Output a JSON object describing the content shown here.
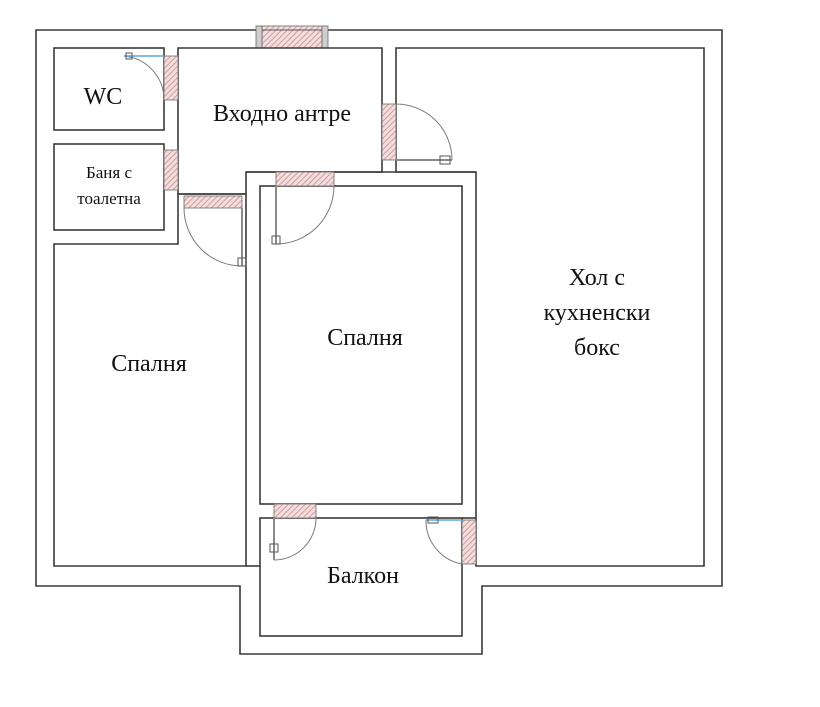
{
  "rooms": {
    "wc": "WC",
    "entrance_hall": "Входно антре",
    "bathroom_line1": "Баня с",
    "bathroom_line2": "тоалетна",
    "bedroom_left": "Спалня",
    "bedroom_center": "Спалня",
    "living_line1": "Хол с",
    "living_line2": "кухненски",
    "living_line3": "бокс",
    "balcony": "Балкон"
  },
  "colors": {
    "wall": "#3a3a3a",
    "door_hatch": "#c98a8a",
    "glass": "#5aa9d6"
  }
}
